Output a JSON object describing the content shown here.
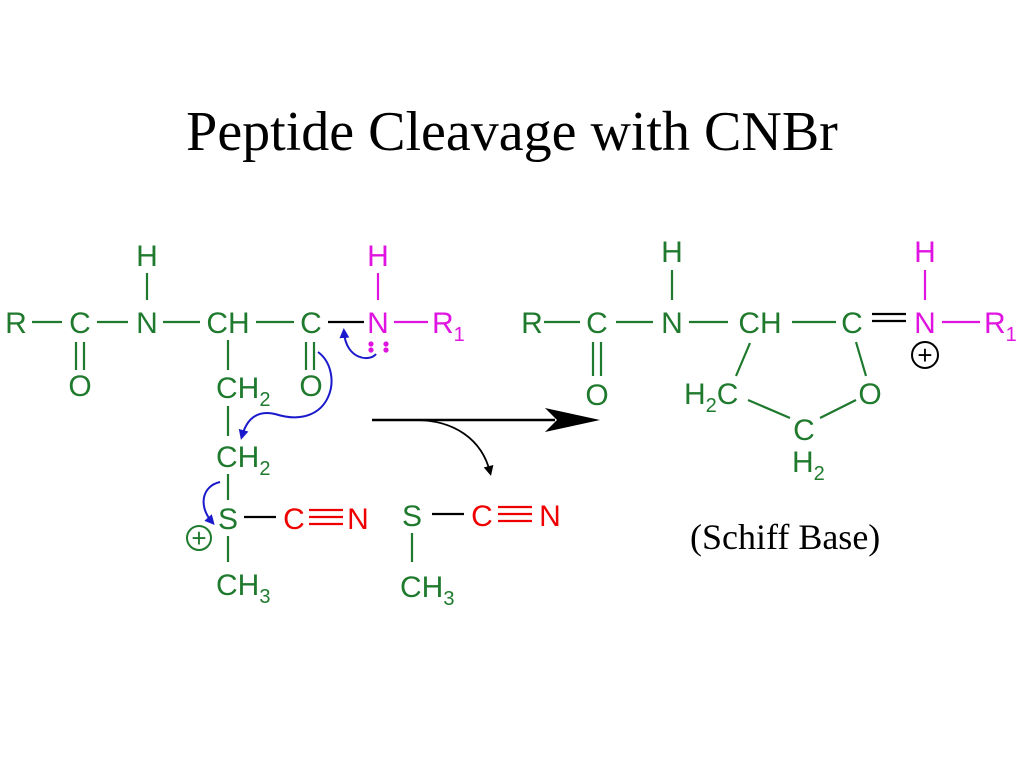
{
  "title": "Peptide Cleavage with CNBr",
  "caption": "(Schiff Base)",
  "colors": {
    "backbone": "#1f7a2e",
    "amide_n": "#e014e0",
    "cyanide": "#ee0000",
    "electron_arrow": "#1a1acc",
    "reaction_arrow": "#000000"
  },
  "reactant": {
    "r": "R",
    "c1": "C",
    "o1": "O",
    "n1": "N",
    "h1": "H",
    "ch": "CH",
    "c2": "C",
    "o2": "O",
    "n2": "N",
    "h2": "H",
    "r1": "R",
    "r1_sub": "1",
    "ch2a": "CH",
    "ch2a_sub": "2",
    "ch2b": "CH",
    "ch2b_sub": "2",
    "s": "S",
    "plus": "+",
    "cn_c": "C",
    "cn_n": "N",
    "ch3": "CH",
    "ch3_sub": "3"
  },
  "leaving_group": {
    "s": "S",
    "cn_c": "C",
    "cn_n": "N",
    "ch3": "CH",
    "ch3_sub": "3"
  },
  "product": {
    "r": "R",
    "c1": "C",
    "o1": "O",
    "n1": "N",
    "h1": "H",
    "ch": "CH",
    "c2": "C",
    "n2": "N",
    "h2": "H",
    "r1": "R",
    "r1_sub": "1",
    "plus": "+",
    "h2c_h": "H",
    "h2c_sub": "2",
    "h2c_c": "C",
    "ring_o": "O",
    "ring_c": "C",
    "ring_h": "H",
    "ring_h_sub": "2"
  }
}
